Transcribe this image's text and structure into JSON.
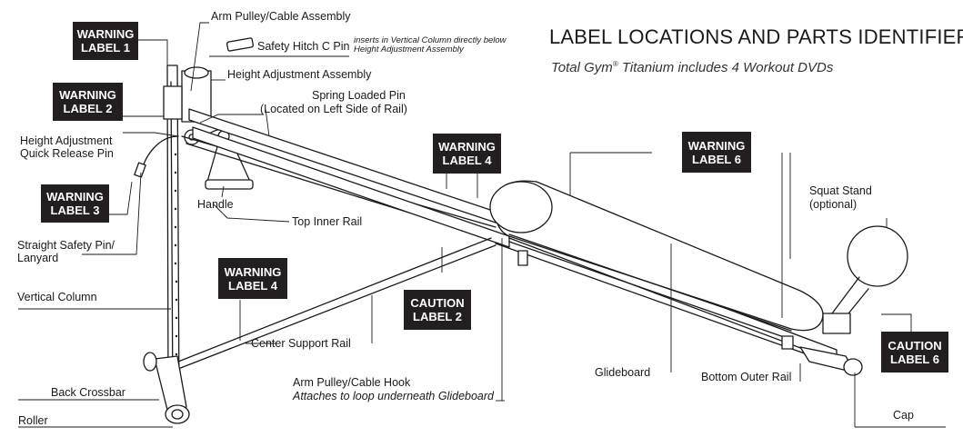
{
  "title": "LABEL LOCATIONS AND PARTS IDENTIFIER",
  "subtitle": {
    "brand": "Total Gym",
    "mark": "®",
    "rest": " Titanium includes 4 Workout DVDs"
  },
  "boxes": {
    "warning_1": [
      "WARNING",
      "LABEL 1"
    ],
    "warning_2": [
      "WARNING",
      "LABEL 2"
    ],
    "warning_3": [
      "WARNING",
      "LABEL 3"
    ],
    "warning_4_top": [
      "WARNING",
      "LABEL 4"
    ],
    "warning_4_bottom": [
      "WARNING",
      "LABEL 4"
    ],
    "warning_6": [
      "WARNING",
      "LABEL 6"
    ],
    "caution_2": [
      "CAUTION",
      "LABEL 2"
    ],
    "caution_6": [
      "CAUTION",
      "LABEL 6"
    ]
  },
  "labels": {
    "arm_pulley_assembly": "Arm Pulley/Cable Assembly",
    "safety_hitch": "Safety Hitch C Pin",
    "safety_hitch_note_1": "inserts in Vertical Column directly below",
    "safety_hitch_note_2": "Height Adjustment Assembly",
    "height_adjustment_assembly": "Height Adjustment Assembly",
    "spring_pin_1": "Spring Loaded Pin",
    "spring_pin_2": "(Located on Left Side of Rail)",
    "height_release_1": "Height Adjustment",
    "height_release_2": "Quick Release Pin",
    "handle": "Handle",
    "top_inner_rail": "Top Inner Rail",
    "straight_pin_1": "Straight Safety Pin/",
    "straight_pin_2": "Lanyard",
    "vertical_column": "Vertical Column",
    "center_support_rail": "Center Support Rail",
    "arm_pulley_hook": "Arm Pulley/Cable Hook",
    "arm_pulley_hook_note": "Attaches to loop underneath Glideboard",
    "back_crossbar": "Back Crossbar",
    "roller": "Roller",
    "glideboard": "Glideboard",
    "bottom_outer_rail": "Bottom Outer Rail",
    "squat_stand_1": "Squat Stand",
    "squat_stand_2": "(optional)",
    "cap": "Cap"
  }
}
